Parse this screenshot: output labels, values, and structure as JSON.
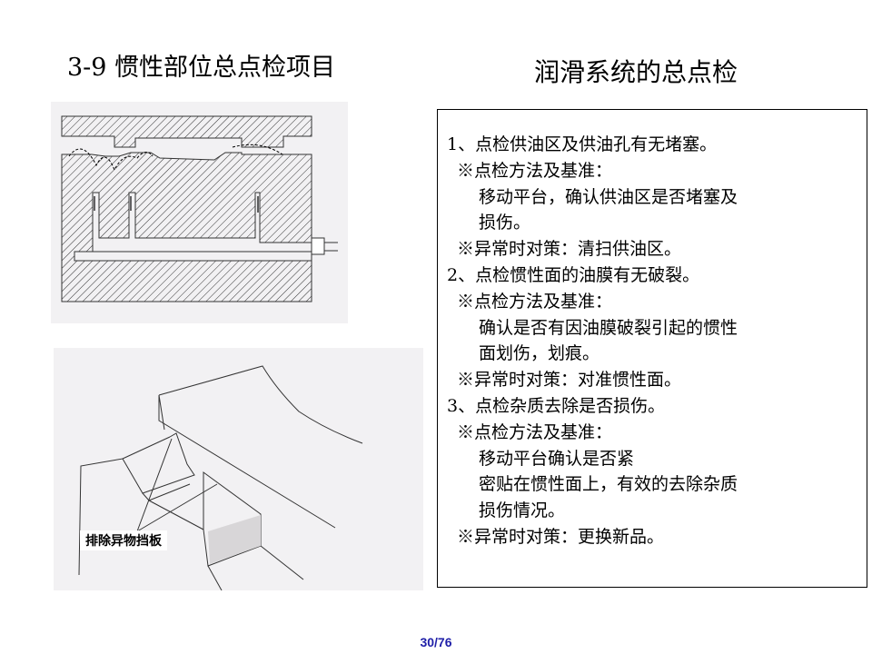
{
  "title_left": "3-9  惯性部位总点检项目",
  "title_right": "润滑系统的总点检",
  "figure_callout": "排除异物挡板",
  "content_lines": [
    {
      "level": 0,
      "text": "1、点检供油区及供油孔有无堵塞。"
    },
    {
      "level": 1,
      "text": "※点检方法及基准："
    },
    {
      "level": 2,
      "text": "移动平台，确认供油区是否堵塞及"
    },
    {
      "level": 2,
      "text": "损伤。"
    },
    {
      "level": 1,
      "text": "※异常时对策：清扫供油区。"
    },
    {
      "level": 0,
      "text": "2、点检惯性面的油膜有无破裂。"
    },
    {
      "level": 1,
      "text": "※点检方法及基准："
    },
    {
      "level": 2,
      "text": "确认是否有因油膜破裂引起的惯性"
    },
    {
      "level": 2,
      "text": "面划伤，划痕。"
    },
    {
      "level": 1,
      "text": "※异常时对策：对准惯性面。"
    },
    {
      "level": 0,
      "text": "3、点检杂质去除是否损伤。"
    },
    {
      "level": 1,
      "text": "※点检方法及基准："
    },
    {
      "level": 2,
      "text": "移动平台确认是否紧"
    },
    {
      "level": 2,
      "text": "密贴在惯性面上，有效的去除杂质"
    },
    {
      "level": 2,
      "text": "损伤情况。"
    },
    {
      "level": 1,
      "text": "※异常时对策：更换新品。"
    }
  ],
  "page_number": "30/76"
}
